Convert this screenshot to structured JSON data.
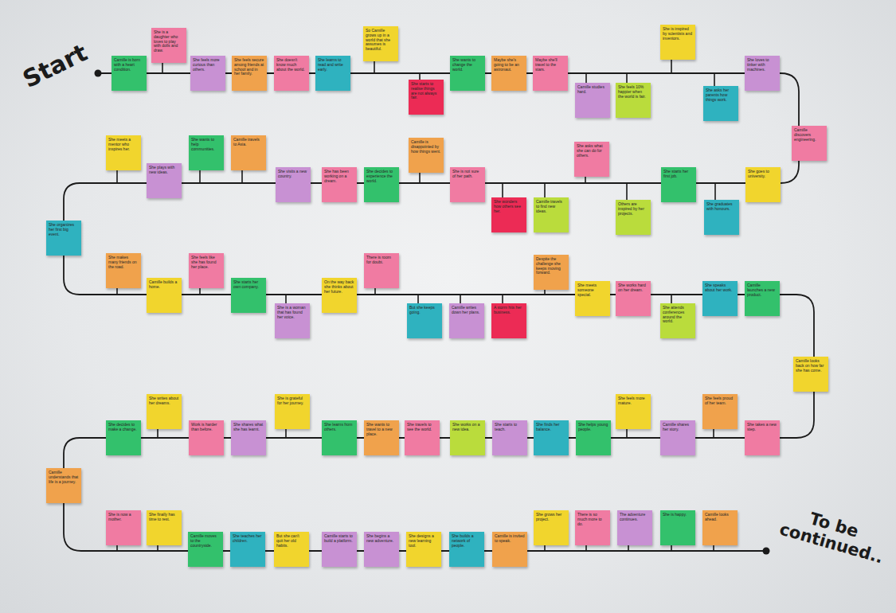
{
  "diagram": {
    "nodes": [
      {
        "text": [
          "Camille is born with a heart condition."
        ]
      },
      {
        "text": [
          "She is a daughter who loves to play with dolls and draw."
        ]
      },
      {
        "text": [
          "She feels more curious than others."
        ]
      },
      {
        "text": [
          "She feels secure among friends at school and in her family."
        ]
      },
      {
        "text": [
          "She doesn't know much about the world."
        ]
      },
      {
        "text": [
          "She learns to read and write early."
        ]
      },
      {
        "text": [
          "So Camille grows up in a world that she assumes is beautiful."
        ]
      },
      {
        "text": [
          "She starts to realise things are not always fair."
        ]
      },
      {
        "text": [
          "She wants to change the world."
        ]
      },
      {
        "text": [
          "Maybe she's going to be an astronaut."
        ]
      },
      {
        "text": [
          "Maybe she'll travel to the stars."
        ]
      },
      {
        "text": [
          "Camille studies hard."
        ]
      },
      {
        "text": [
          "She feels 10% happier when the world is fair."
        ]
      },
      {
        "text": [
          "She is inspired by scientists and inventors."
        ]
      },
      {
        "text": [
          "She asks her parents how things work."
        ]
      },
      {
        "text": [
          "She loves to tinker with machines."
        ]
      },
      {
        "text": [
          "Camille discovers engineering."
        ]
      },
      {
        "text": [
          "She goes to university."
        ]
      },
      {
        "text": [
          "She graduates with honours."
        ]
      },
      {
        "text": [
          "She starts her first job."
        ]
      },
      {
        "text": [
          "Others are inspired by her projects."
        ]
      },
      {
        "text": [
          "She asks what she can do for others."
        ]
      },
      {
        "text": [
          "Camille travels to find new ideas."
        ]
      },
      {
        "text": [
          "She wonders how others see her."
        ]
      },
      {
        "text": [
          "She is not sure of her path."
        ]
      },
      {
        "text": [
          "Camille is disappointed by how things went."
        ]
      },
      {
        "text": [
          "She decides to experience the world."
        ]
      },
      {
        "text": [
          "She has been working on a dream."
        ]
      },
      {
        "text": [
          "She visits a new country."
        ]
      },
      {
        "text": [
          "Camille travels to Asia."
        ]
      },
      {
        "text": [
          "She wants to help communities."
        ]
      },
      {
        "text": [
          "She plays with new ideas."
        ]
      },
      {
        "text": [
          "She meets a mentor who inspires her."
        ]
      },
      {
        "text": [
          "She organizes her first big event."
        ]
      },
      {
        "text": [
          "She makes many friends on the road."
        ]
      },
      {
        "text": [
          "Camille builds a home."
        ]
      },
      {
        "text": [
          "She feels like she has found her place."
        ]
      },
      {
        "text": [
          "She starts her own company."
        ]
      },
      {
        "text": [
          "She is a woman that has found her voice."
        ]
      },
      {
        "text": [
          "On the way back she thinks about her future."
        ]
      },
      {
        "text": [
          "There is room for doubt."
        ]
      },
      {
        "text": [
          "But she keeps going."
        ]
      },
      {
        "text": [
          "Camille writes down her plans."
        ]
      },
      {
        "text": [
          "A storm hits her business."
        ]
      },
      {
        "text": [
          "Despite the challenge she keeps moving forward."
        ]
      },
      {
        "text": [
          "She meets someone special."
        ]
      },
      {
        "text": [
          "She works hard on her dream."
        ]
      },
      {
        "text": [
          "She attends conferences around the world."
        ]
      },
      {
        "text": [
          "She speaks about her work."
        ]
      },
      {
        "text": [
          "Camille launches a new product."
        ]
      },
      {
        "text": [
          "Camille looks back on how far she has come."
        ]
      },
      {
        "text": [
          "She takes a new step."
        ]
      },
      {
        "text": [
          "She feels proud of her team."
        ]
      },
      {
        "text": [
          "Camille shares her story."
        ]
      },
      {
        "text": [
          "She feels more mature."
        ]
      },
      {
        "text": [
          "She helps young people."
        ]
      },
      {
        "text": [
          "She finds her balance."
        ]
      },
      {
        "text": [
          "She starts to teach."
        ]
      },
      {
        "text": [
          "She works on a new idea."
        ]
      },
      {
        "text": [
          "She travels to see the world."
        ]
      },
      {
        "text": [
          "She wants to travel to a new place."
        ]
      },
      {
        "text": [
          "She learns from others."
        ]
      },
      {
        "text": [
          "She is grateful for her journey."
        ]
      },
      {
        "text": [
          "She shares what she has learnt."
        ]
      },
      {
        "text": [
          "Work is harder than before."
        ]
      },
      {
        "text": [
          "She writes about her dreams."
        ]
      },
      {
        "text": [
          "She decides to make a change."
        ]
      },
      {
        "text": [
          "Camille understands that life is a journey."
        ]
      },
      {
        "text": [
          "She is now a mother."
        ]
      },
      {
        "text": [
          "She finally has time to rest."
        ]
      },
      {
        "text": [
          "Camille moves to the countryside."
        ]
      },
      {
        "text": [
          "She teaches her children."
        ]
      },
      {
        "text": [
          "But she can't quit her old habits."
        ]
      },
      {
        "text": [
          "Camille starts to build a platform."
        ]
      },
      {
        "text": [
          "She begins a new adventure."
        ]
      },
      {
        "text": [
          "She designs a new learning tool."
        ]
      },
      {
        "text": [
          "She builds a network of people."
        ]
      },
      {
        "text": [
          "Camille is invited to speak."
        ]
      },
      {
        "text": [
          "She grows her project."
        ]
      },
      {
        "text": [
          "There is so much more to do."
        ]
      },
      {
        "text": [
          "The adventure continues."
        ]
      },
      {
        "text": [
          "She is happy."
        ]
      },
      {
        "text": [
          "Camille looks ahead."
        ]
      }
    ],
    "labels": [
      "Start",
      "To be continued.."
    ]
  }
}
